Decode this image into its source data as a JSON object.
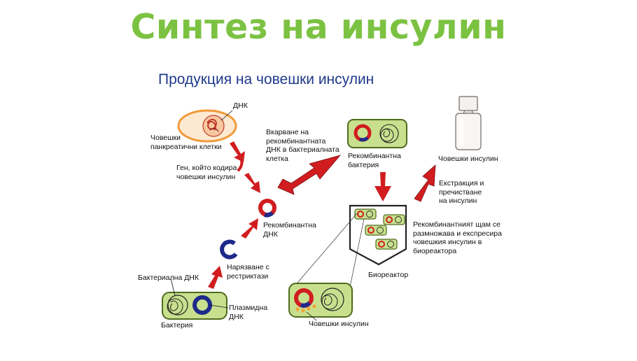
{
  "title": "Синтез на инсулин",
  "subtitle": "Продукция на човешки инсулин",
  "colors": {
    "title_green": "#7cc242",
    "subtitle_blue": "#1f3a8a",
    "arrow_red": "#d11d20",
    "plasmid_red": "#d11d20",
    "plasmid_blue": "#1e2a8a",
    "bacterium_fill": "#c8e08e",
    "bacterium_stroke": "#4f6b1e",
    "cell_orange": "#f29a3a",
    "cell_fill": "#fde9d2"
  },
  "labels": {
    "dna": "ДНК",
    "pancreatic_cells": "Човешки\nпанкреатични клетки",
    "gene_coding": "Ген, който кодира\nчовешки инсулин",
    "recombinant_dna": "Рекомбинантна\nДНК",
    "cutting": "Нарязване с\nрестриктази",
    "bacterial_dna": "Бактериална ДНК",
    "bacterium": "Бактерия",
    "plasmid_dna": "Плазмидна\nДНК",
    "insertion": "Вкарване на\nрекомбинантната\nДНК в бактериалната\nклетка",
    "recombinant_bacterium": "Рекомбинантна\nбактерия",
    "strain": "Рекомбинантният щам се\nразмножава и експресира\nчовешкия инсулин в\nбиореактора",
    "bioreactor": "Биореактор",
    "human_insulin_bottom": "Човешки инсулин",
    "extraction": "Екстракция и\nпречистване\nна инсулин",
    "human_insulin_top": "Човешки инсулин"
  },
  "icons": {
    "bottle": "insulin-bottle-icon",
    "bioreactor": "bioreactor-vessel-icon",
    "cell": "pancreatic-cell-icon",
    "plasmid": "plasmid-ring-icon"
  }
}
